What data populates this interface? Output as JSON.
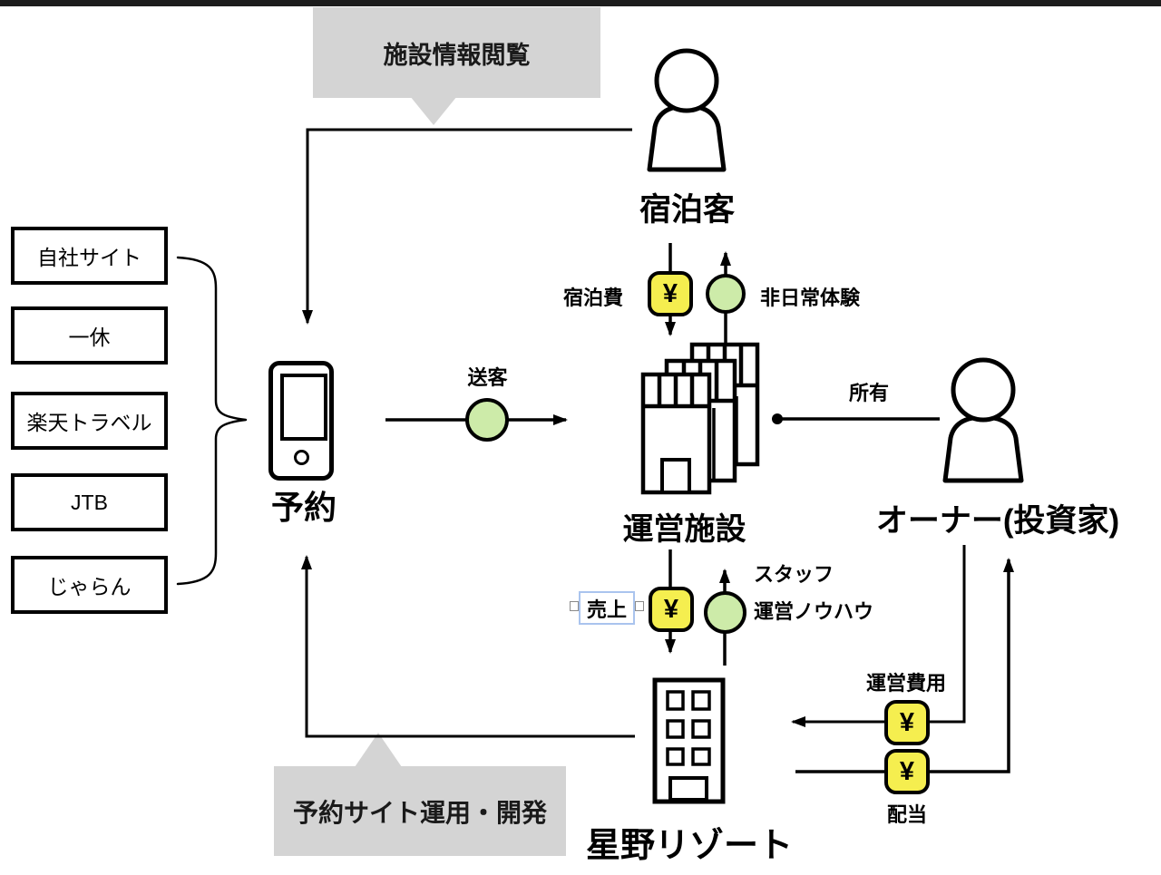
{
  "window": {
    "top_bar_color": "#1c1c1c"
  },
  "callouts": {
    "top": "施設情報閲覧",
    "bottom": "予約サイト運用・開発"
  },
  "booking_channels": [
    "自社サイト",
    "一休",
    "楽天トラベル",
    "JTB",
    "じゃらん"
  ],
  "nodes": {
    "guest": "宿泊客",
    "reservation": "予約",
    "facilities": "運営施設",
    "owner": "オーナー(投資家)",
    "hoshino_resort": "星野リゾート"
  },
  "flows": {
    "send_customers": "送客",
    "lodging_fee": "宿泊費",
    "extraordinary_experience": "非日常体験",
    "ownership": "所有",
    "sales": "売上",
    "staff": "スタッフ",
    "operation_knowhow": "運営ノウハウ",
    "operation_cost": "運営費用",
    "dividend": "配当"
  },
  "currency_symbol": "¥",
  "colors": {
    "money_yellow": "#f5ee4f",
    "value_green": "#cdeba9",
    "callout_gray": "#d4d4d4",
    "selection_blue": "#aac4ee",
    "line_black": "#000000"
  }
}
